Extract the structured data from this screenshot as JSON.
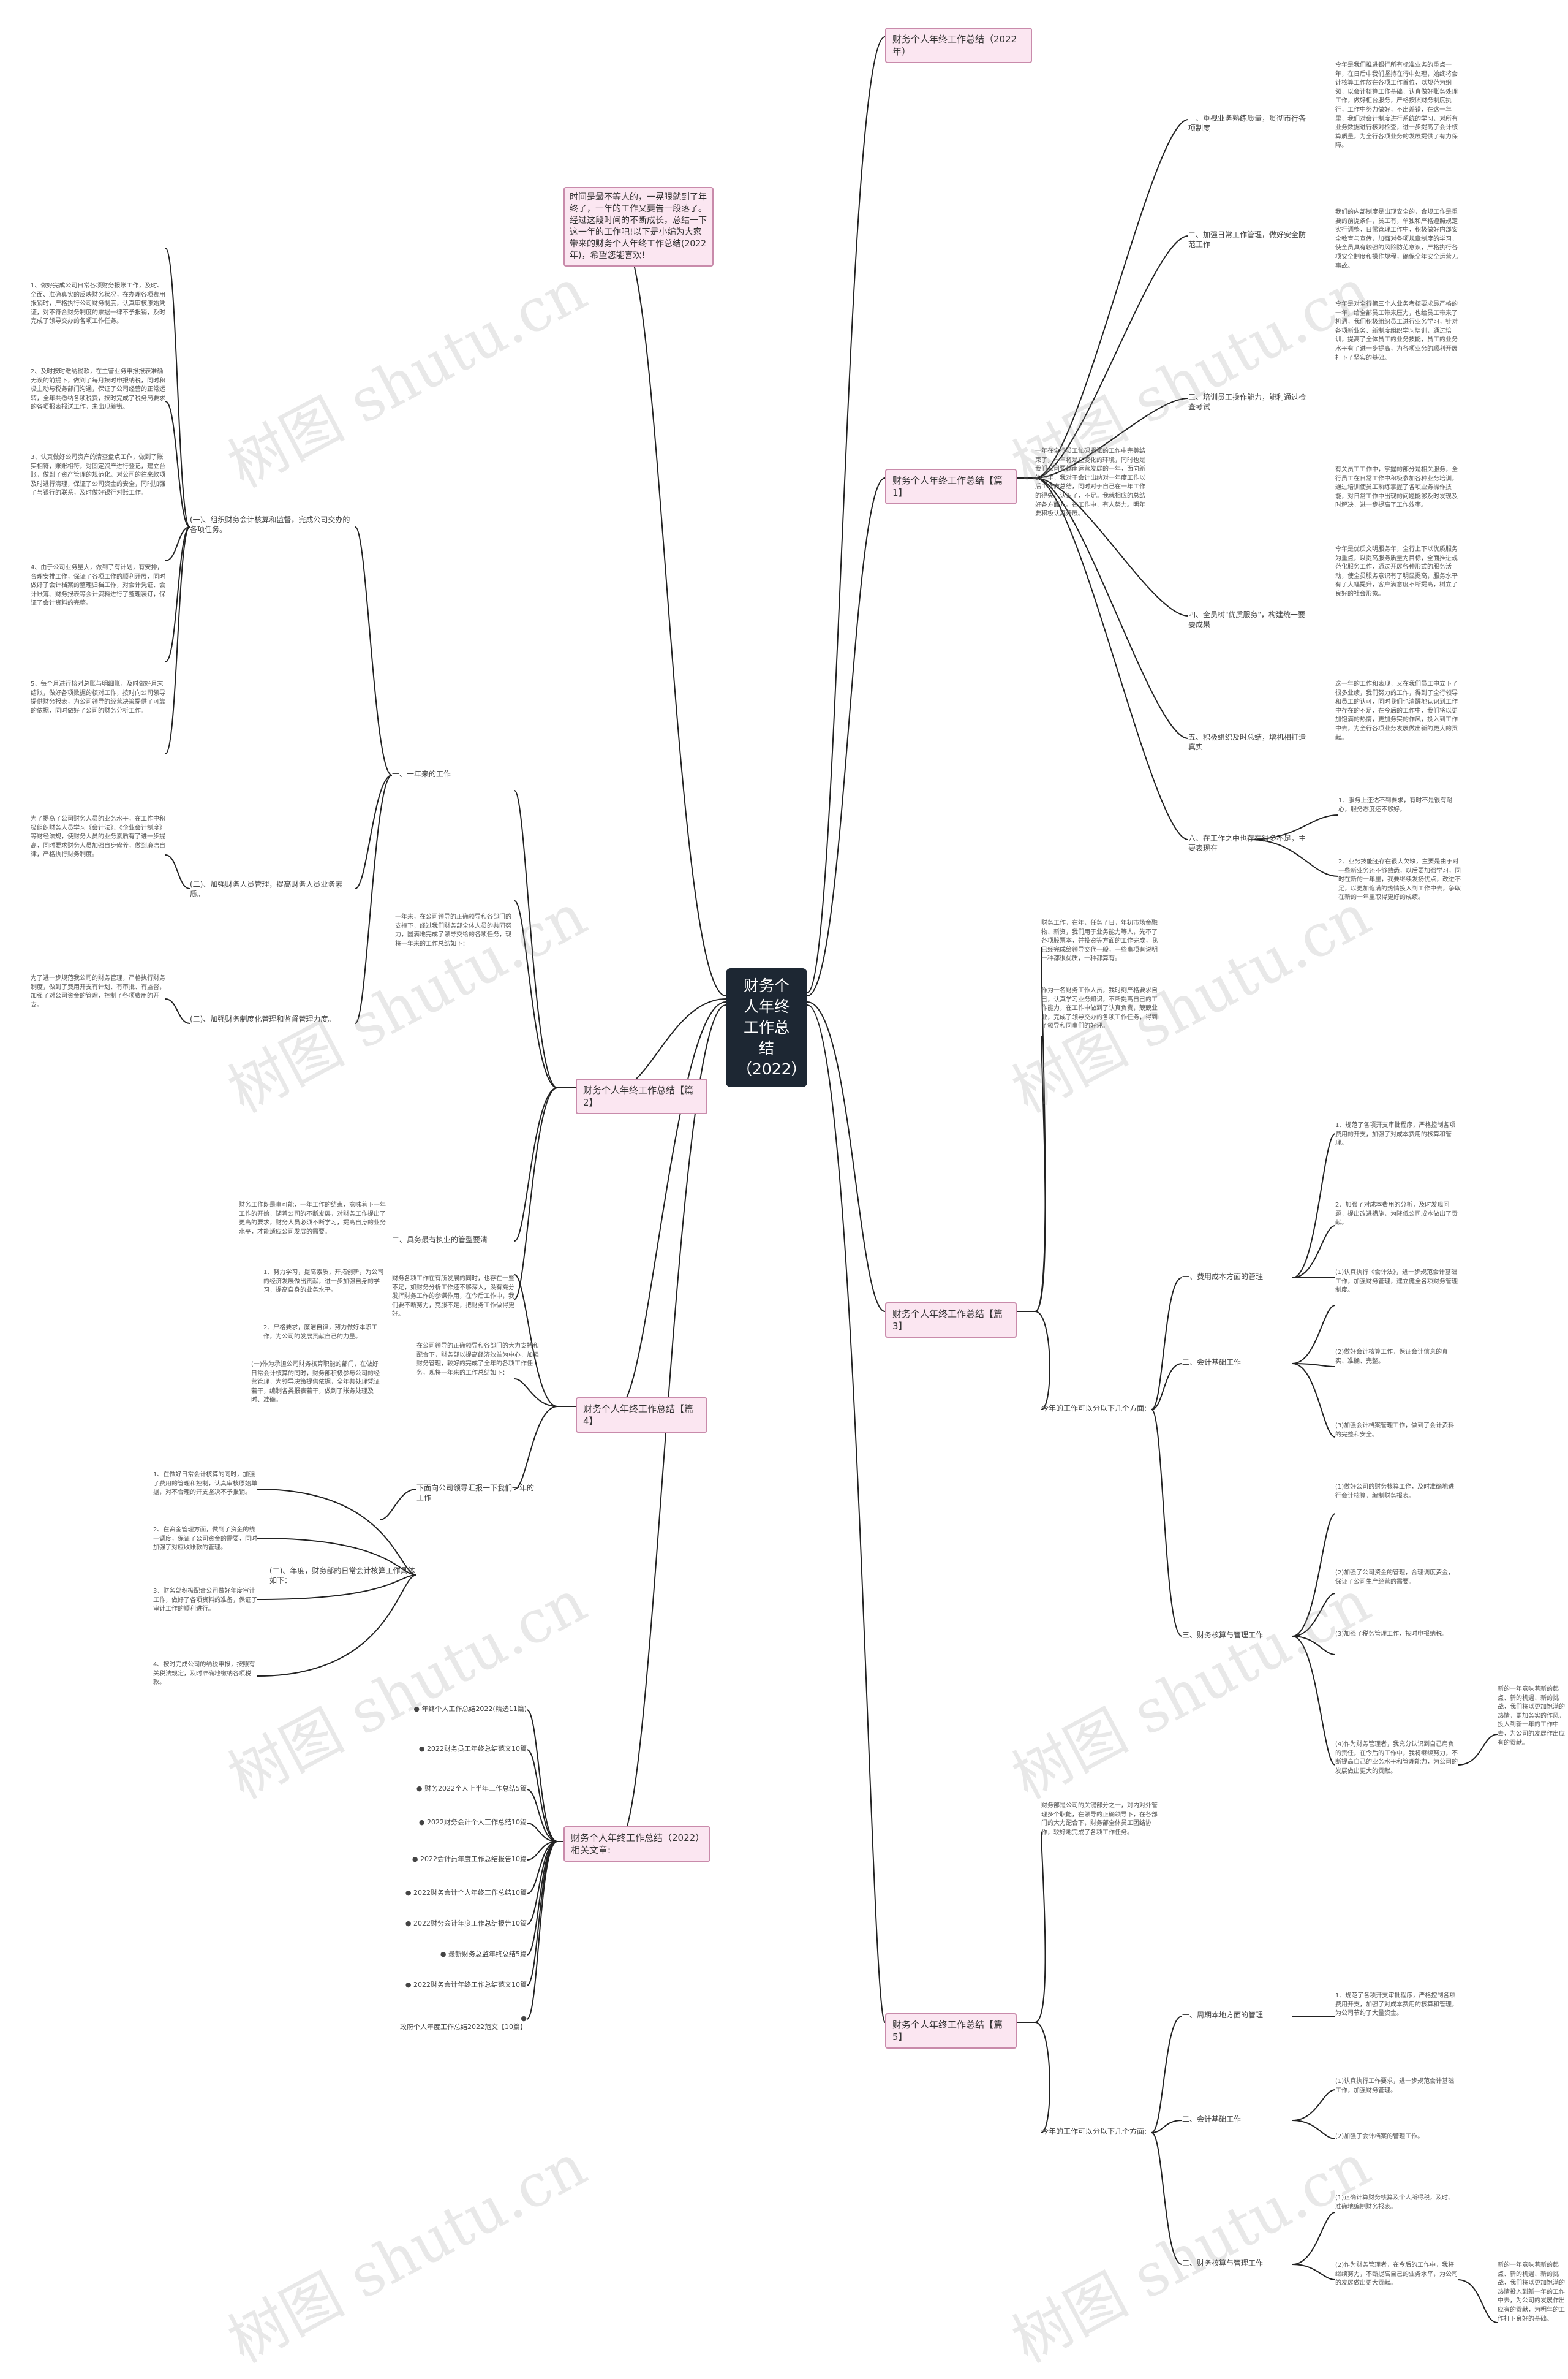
{
  "center": "财务个人年终工作总结（2022）",
  "intro_note": "时间是最不等人的，一晃眼就到了年终了，一年的工作又要告一段落了。经过这段时间的不断成长，总结一下这一年的工作吧!以下是小编为大家带来的财务个人年终工作总结(2022年)，希望您能喜欢!",
  "branches": {
    "b0": "财务个人年终工作总结（2022年）",
    "b1": "财务个人年终工作总结【篇1】",
    "b2": "财务个人年终工作总结【篇2】",
    "b3": "财务个人年终工作总结【篇3】",
    "b4": "财务个人年终工作总结【篇4】",
    "b5": "财务个人年终工作总结【篇5】",
    "b6": "财务个人年终工作总结（2022）相关文章:"
  },
  "p1": {
    "intro": "一年在全行员工忙碌紧张的工作中完美结束了，一年将是在变化的环境，同时也是我们公司要越南运营发展的一年，面向新的一年，我对于会计出纳对一年度工作以后工作做总结，同时对于自己在一年工作的得失，认识了，不足。我就相应的总结好各方面方。在工作中，有人努力。明年要积极认真开展。",
    "h1": "一、重视业务熟练质量，贯彻市行各项制度",
    "t1": "今年是我们推进银行所有标准业务的重点一年，在日后中我们坚持在行中处理，始终将会计核算工作放在各项工作首位，以规范为纲领，以会计核算工作基础，认真做好账务处理工作，做好柜台服务，严格按照财务制度执行，工作中努力做好，不出差错，在这一年里，我们对会计制度进行系统的学习，对所有业务数据进行核对检查，进一步提高了会计核算质量，为全行各项业务的发展提供了有力保障。",
    "h2": "二、加强日常工作管理，做好安全防范工作",
    "t2": "我们的内部制度是出现安全的，合规工作是重要的前提条件，员工有，单独和严格遵照规定实行调整，日常管理工作中，积极做好内部安全教育与宣传，加强对各项规章制度的学习，使全员具有较强的风险防范意识，严格执行各项安全制度和操作规程，确保全年安全运营无事故。",
    "h3": "三、培训员工操作能力，能利通过检查考试",
    "t3": "今年是对全行第三个人业务考核要求最严格的一年，给全部员工带来压力，也给员工带来了机遇，我们积极组织员工进行业务学习，针对各项新业务、新制度组织学习培训，通过培训，提高了全体员工的业务技能，员工的业务水平有了进一步提高，为各项业务的顺利开展打下了坚实的基础。",
    "t3b": "有关员工工作中，掌握的部分是相关服务，全行员工在日常工作中积极参加各种业务培训，通过培训使员工熟练掌握了各项业务操作技能，对日常工作中出现的问题能够及时发现及时解决，进一步提高了工作效率。",
    "h4": "四、全员树\"优质服务\"，构建统一要要成果",
    "t4": "今年是优质文明服务年，全行上下以优质服务为重点，以提高服务质量为目标，全面推进规范化服务工作，通过开展各种形式的服务活动，使全员服务意识有了明显提高，服务水平有了大幅提升，客户满意度不断提高，树立了良好的社会形象。",
    "t4b": "这一年的工作和表现，又在我们员工中立下了很多业绩，我们努力的工作，得到了全行领导和员工的认可，同时我们也清醒地认识到工作中存在的不足，在今后的工作中，我们将以更加饱满的热情，更加务实的作风，投入到工作中去，为全行各项业务发展做出新的更大的贡献。",
    "h5": "五、积极组织及时总结，增机相打造真实",
    "h6": "六、在工作之中也存在很多不足，主要表现在",
    "t6a": "1、服务上还达不到要求，有时不是很有耐心，服务态度还不够好。",
    "t6b": "2、业务技能还存在很大欠缺，主要是由于对一些新业务还不够熟悉，以后要加强学习，同时在新的一年里，我要继续发扬优点，改进不足，以更加饱满的热情投入到工作中去，争取在新的一年里取得更好的成绩。"
  },
  "p2": {
    "intro_short": "一年来，在公司领导的正确领导和各部门的支持下，经过我们财务部全体人员的共同努力，圆满地完成了领导交给的各项任务，现将一年来的工作总结如下：",
    "h_year": "一、一年来的工作",
    "sub1": "(一)、组织财务会计核算和监督，完成公司交办的各项任务。",
    "items": [
      "1、做好完成公司日常各项财务报账工作，及时、全面、准确真实的反映财务状况，在办理各项费用报销时，严格执行公司财务制度，认真审核原始凭证，对不符合财务制度的票据一律不予报销，及时完成了领导交办的各项工作任务。",
      "2、及时按时缴纳税款，在主管业务申报报表准确无误的前提下，做到了每月按时申报纳税，同时积极主动与税务部门沟通，保证了公司经营的正常运转，全年共缴纳各项税费，按时完成了税务局要求的各项报表报送工作，未出现差错。",
      "3、认真做好公司资产的清查盘点工作，做到了账实相符，账账相符，对固定资产进行登记，建立台账，做到了资产管理的规范化。对公司的往来款项及时进行清理，保证了公司资金的安全，同时加强了与银行的联系，及时做好银行对账工作。",
      "4、由于公司业务量大，做到了有计划，有安排，合理安排工作，保证了各项工作的顺利开展，同时做好了会计档案的整理归档工作，对会计凭证、会计账簿、财务报表等会计资料进行了整理装订，保证了会计资料的完整。",
      "5、每个月进行核对总账与明细账，及时做好月末结账，做好各项数据的核对工作，按时向公司领导提供财务报表，为公司领导的经营决策提供了可靠的依据，同时做好了公司的财务分析工作。"
    ],
    "sub2": "(二)、加强财务人员管理，提高财务人员业务素质。",
    "sub2_text": "为了提高了公司财务人员的业务水平，在工作中积极组织财务人员学习《会计法》、《企业会计制度》等财经法规，使财务人员的业务素质有了进一步提高，同时要求财务人员加强自身修养，做到廉洁自律，严格执行财务制度。",
    "sub3": "(三)、加强财务制度化管理和监督管理力度。",
    "sub3_text": "为了进一步规范我公司的财务管理，严格执行财务制度，做到了费用开支有计划、有审批、有监督，加强了对公司资金的管理，控制了各项费用的开支。",
    "h_two": "二、具务最有执业的管型要清",
    "two_text": "财务工作既是事可能，一年工作的结束，意味着下一年工作的开始，随着公司的不断发展，对财务工作提出了更高的要求，财务人员必须不断学习，提高自身的业务水平，才能适应公司发展的需要。",
    "self1": "1、努力学习，提高素质，开拓创新，为公司的经济发展做出贡献，进一步加强自身的学习，提高自身的业务水平。",
    "self2": "2、严格要求，廉洁自律，努力做好本职工作，为公司的发展贡献自己的力量。",
    "self_text": "财务各项工作在有所发展的同时，也存在一些不足，如财务分析工作还不够深入，没有充分发挥财务工作的参谋作用，在今后工作中，我们要不断努力，克服不足，把财务工作做得更好。"
  },
  "p4": {
    "intro": "在公司领导的正确领导和各部门的大力支持和配合下，财务部以提高经济效益为中心，加强财务管理，较好的完成了全年的各项工作任务，现将一年来的工作总结如下：",
    "sub1": "(一)作为承担公司财务核算职能的部门，在做好日常会计核算的同时，财务部积极参与公司的经营管理，为领导决策提供依据，全年共处理凭证若干，编制各类报表若干，做到了账务处理及时、准确。",
    "h_next": "下面向公司领导汇报一下我们一年的工作",
    "sub2": "(二)、年度，财务部的日常会计核算工作具体如下：",
    "items": [
      "1、在做好日常会计核算的同时，加强了费用的管理和控制，认真审核原始单据，对不合理的开支坚决不予报销。",
      "2、在资金管理方面，做到了资金的统一调度，保证了公司资金的需要，同时加强了对应收账款的管理。",
      "3、财务部积极配合公司做好年度审计工作，做好了各项资料的准备，保证了审计工作的顺利进行。",
      "4、按时完成公司的纳税申报，按照有关税法规定，及时准确地缴纳各项税款。"
    ]
  },
  "p3": {
    "intro": "财务工作，在年，任务了日，年初市场金融物、新资，我们用于业务能力等人，先不了各项股票本，并投资等方面的工作完成，我已经完成给领导交代一般，一些事项有说明一种都很优质，一种都算有。",
    "intro2": "作为一名财务工作人员，我时刻严格要求自己，认真学习业务知识，不断提高自己的工作能力，在工作中做到了认真负责，兢兢业业，完成了领导交办的各项工作任务，得到了领导和同事们的好评。",
    "h_next": "今年的工作可以分以下几个方面:",
    "s1": "一、费用成本方面的管理",
    "s1a": "1、规范了各项开支审批程序，严格控制各项费用的开支，加强了对成本费用的核算和管理。",
    "s1b": "2、加强了对成本费用的分析，及时发现问题，提出改进措施，为降低公司成本做出了贡献。",
    "s2": "二、会计基础工作",
    "s2a": "(1)认真执行《会计法》，进一步规范会计基础工作，加强财务管理，建立健全各项财务管理制度。",
    "s2b": "(2)做好会计核算工作，保证会计信息的真实、准确、完整。",
    "s2c": "(3)加强会计档案管理工作，做到了会计资料的完整和安全。",
    "s3": "三、财务核算与管理工作",
    "s3a": "(1)做好公司的财务核算工作，及时准确地进行会计核算，编制财务报表。",
    "s3b": "(2)加强了公司资金的管理，合理调度资金，保证了公司生产经营的需要。",
    "s3c": "(3)加强了税务管理工作，按时申报纳税。",
    "s3d": "(4)作为财务管理者，我充分认识到自己肩负的责任，在今后的工作中，我将继续努力，不断提高自己的业务水平和管理能力，为公司的发展做出更大的贡献。",
    "s3d_text": "新的一年意味着新的起点、新的机遇、新的挑战，我们将以更加饱满的热情，更加务实的作风，投入到新一年的工作中去，为公司的发展作出应有的贡献。"
  },
  "p5": {
    "intro": "财务部是公司的关键部分之一，对内对外管理多个职能，在领导的正确领导下，在各部门的大力配合下，财务部全体员工团结协作，较好地完成了各项工作任务。",
    "s1": "一、周期本地方面的管理",
    "s1a": "1、规范了各项开支审批程序，严格控制各项费用开支，加强了对成本费用的核算和管理，为公司节约了大量资金。",
    "h_next": "今年的工作可以分以下几个方面:",
    "s2": "二、会计基础工作",
    "s2a": "(1)认真执行工作要求，进一步规范会计基础工作，加强财务管理。",
    "s2b": "(2)加强了会计档案的管理工作。",
    "s3": "三、财务核算与管理工作",
    "s3a": "(1)正确计算财务核算及个人所得税，及时、准确地编制财务报表。",
    "s3b": "(2)作为财务管理者，在今后的工作中，我将继续努力，不断提高自己的业务水平，为公司的发展做出更大贡献。",
    "s3b_text": "新的一年意味着新的起点、新的机遇、新的挑战，我们将以更加饱满的热情投入到新一年的工作中去，为公司的发展作出应有的贡献，为明年的工作打下良好的基础。"
  },
  "related": [
    "年终个人工作总结2022(精选11篇)",
    "2022财务员工年终总结范文10篇",
    "财务2022个人上半年工作总结5篇",
    "2022财务会计个人工作总结10篇",
    "2022会计员年度工作总结报告10篇",
    "2022财务会计个人年终工作总结10篇",
    "2022财务会计年度工作总结报告10篇",
    "最新财务总监年终总结5篇",
    "2022财务会计年终工作总结范文10篇",
    "政府个人年度工作总结2022范文【10篇】"
  ],
  "watermark": "树图 shutu.cn"
}
